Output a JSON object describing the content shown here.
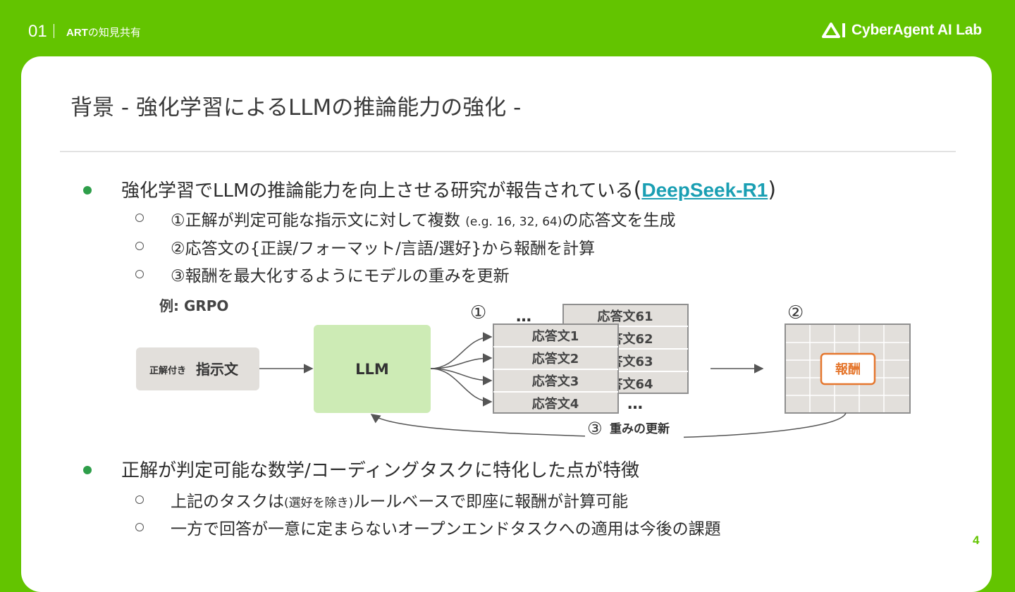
{
  "header": {
    "section_number": "01",
    "section_label_latin": "ART",
    "section_label_jp": "の知見共有",
    "logo_text": "CyberAgent AI Lab"
  },
  "slide": {
    "title": "背景 - 強化学習によるLLMの推論能力の強化 -",
    "page_number": "4"
  },
  "bullets": {
    "b1": {
      "text": "強化学習でLLMの推論能力を向上させる研究が報告されている",
      "paren_open": "(",
      "link": "DeepSeek-R1",
      "paren_close": ")"
    },
    "b1_sub1": {
      "pre": "①正解が判定可能な指示文に対して複数 ",
      "small": "(e.g. 16, 32, 64)",
      "post": "の応答文を生成"
    },
    "b1_sub2": "②応答文の{正誤/フォーマット/言語/選好}から報酬を計算",
    "b1_sub3": "③報酬を最大化するようにモデルの重みを更新",
    "b2": "正解が判定可能な数学/コーディングタスクに特化した点が特徴",
    "b2_sub1": {
      "pre": "上記のタスクは",
      "small": "(選好を除き)",
      "post": "ルールベースで即座に報酬が計算可能"
    },
    "b2_sub2": "一方で回答が一意に定まらないオープンエンドタスクへの適用は今後の課題"
  },
  "diagram": {
    "example_label": "例: GRPO",
    "input_small": "正解付き",
    "input_big": "指示文",
    "model": "LLM",
    "step1": "①",
    "step2": "②",
    "step3": "③",
    "ellipsis": "…",
    "back_responses": [
      "応答文61",
      "応答文62",
      "応答文63",
      "応答文64"
    ],
    "front_responses": [
      "応答文1",
      "応答文2",
      "応答文3",
      "応答文4"
    ],
    "reward": "報酬",
    "update_label": "重みの更新",
    "colors": {
      "llm_fill": "#cdebb5",
      "input_fill": "#e2dfdb",
      "stack_fill": "#e2dfdb",
      "stack_border": "#8f8f8f",
      "reward_border": "#e5772e"
    }
  }
}
